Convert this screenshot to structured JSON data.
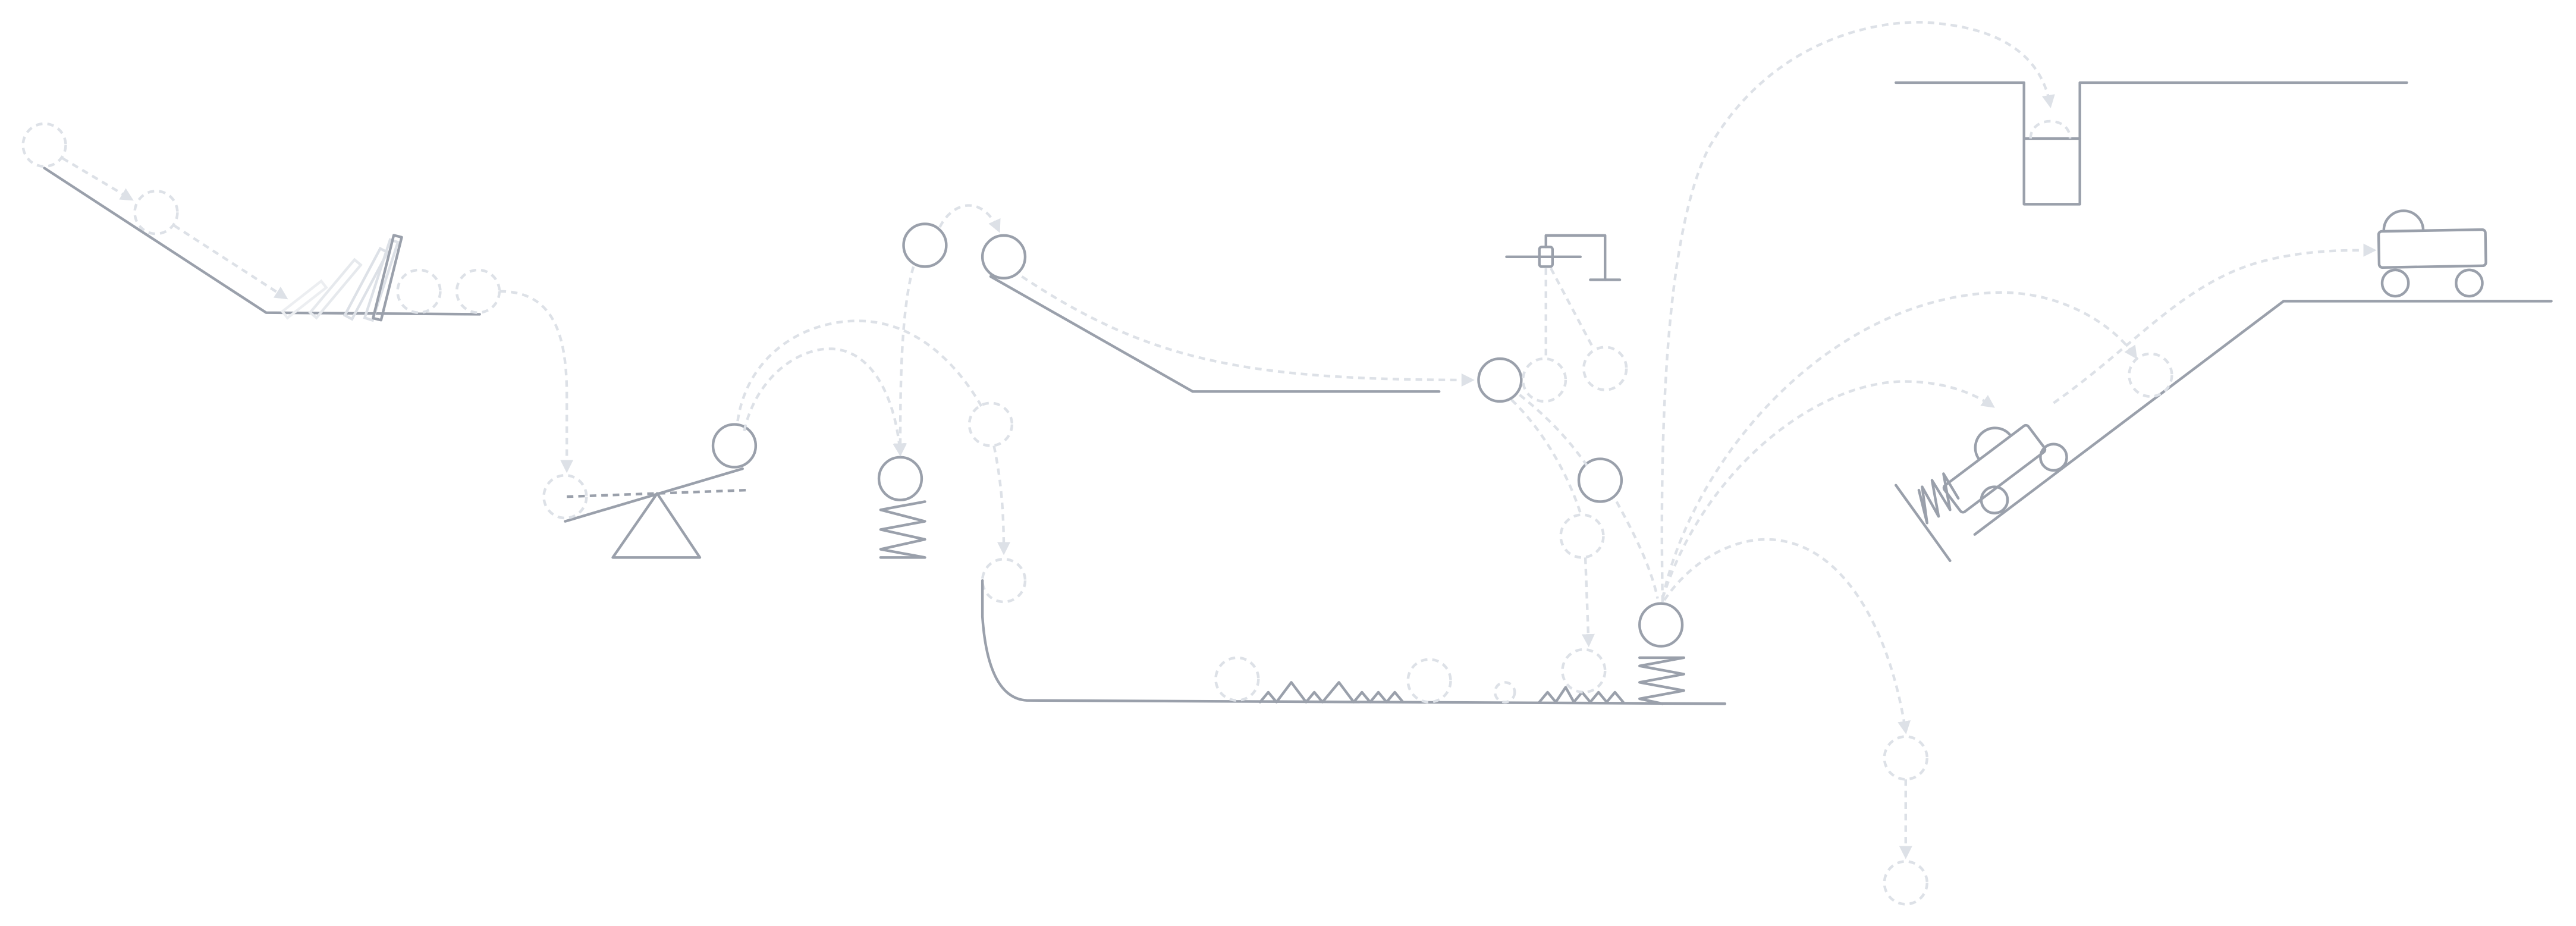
{
  "diagram": {
    "kind": "chain-reaction machine line drawing",
    "colors": {
      "solid": "#9aa0ab",
      "ghost": "#dde1e7",
      "background": "#ffffff"
    },
    "components": [
      "ramp",
      "dominoes",
      "seesaw",
      "spring",
      "ball",
      "switch",
      "cup",
      "spikes",
      "car",
      "incline"
    ]
  }
}
